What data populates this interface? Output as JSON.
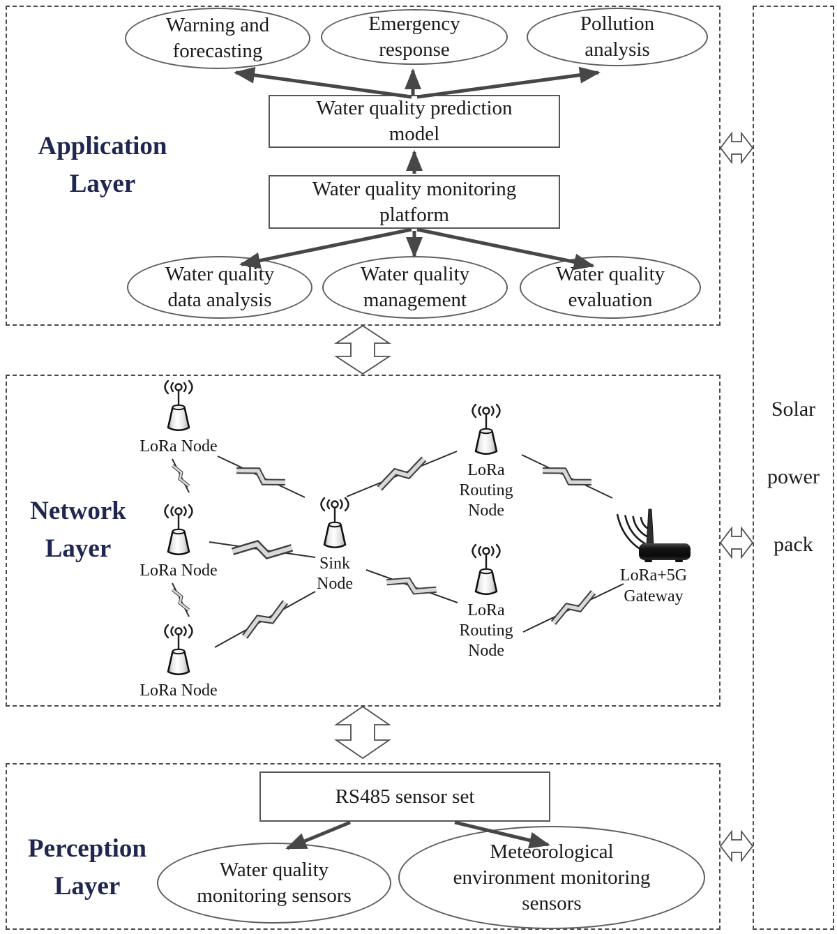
{
  "colors": {
    "title_navy": "#1f2650",
    "arrow_gray": "#474747",
    "bolt_fill": "#d9d9d9",
    "line_dark": "#2e2e2e"
  },
  "app": {
    "title": "Application Layer",
    "ellipse_warning": {
      "line1": "Warning and",
      "line2": "forecasting"
    },
    "ellipse_emergency": {
      "line1": "Emergency",
      "line2": "response"
    },
    "ellipse_pollution": {
      "line1": "Pollution",
      "line2": "analysis"
    },
    "box_prediction": {
      "line1": "Water quality prediction",
      "line2": "model"
    },
    "box_platform": {
      "line1": "Water quality monitoring",
      "line2": "platform"
    },
    "ellipse_analysis": {
      "line1": "Water quality",
      "line2": "data analysis"
    },
    "ellipse_management": {
      "line1": "Water quality",
      "line2": "management"
    },
    "ellipse_evaluation": {
      "line1": "Water quality",
      "line2": "evaluation"
    }
  },
  "network": {
    "title": "Network Layer",
    "lora_node1": "LoRa Node",
    "lora_node2": "LoRa Node",
    "lora_node3": "LoRa Node",
    "sink": {
      "line1": "Sink",
      "line2": "Node"
    },
    "routing1": {
      "line1": "LoRa",
      "line2": "Routing",
      "line3": "Node"
    },
    "routing2": {
      "line1": "LoRa",
      "line2": "Routing",
      "line3": "Node"
    },
    "gateway": {
      "line1": "LoRa+5G",
      "line2": "Gateway"
    }
  },
  "perception": {
    "title": "Perception Layer",
    "box_rs485": "RS485 sensor set",
    "ellipse_water": {
      "line1": "Water quality",
      "line2": "monitoring sensors"
    },
    "ellipse_meteo": {
      "line1": "Meteorological",
      "line2": "environment monitoring",
      "line3": "sensors"
    }
  },
  "solar": {
    "line1": "Solar",
    "line2": "power",
    "line3": "pack"
  }
}
